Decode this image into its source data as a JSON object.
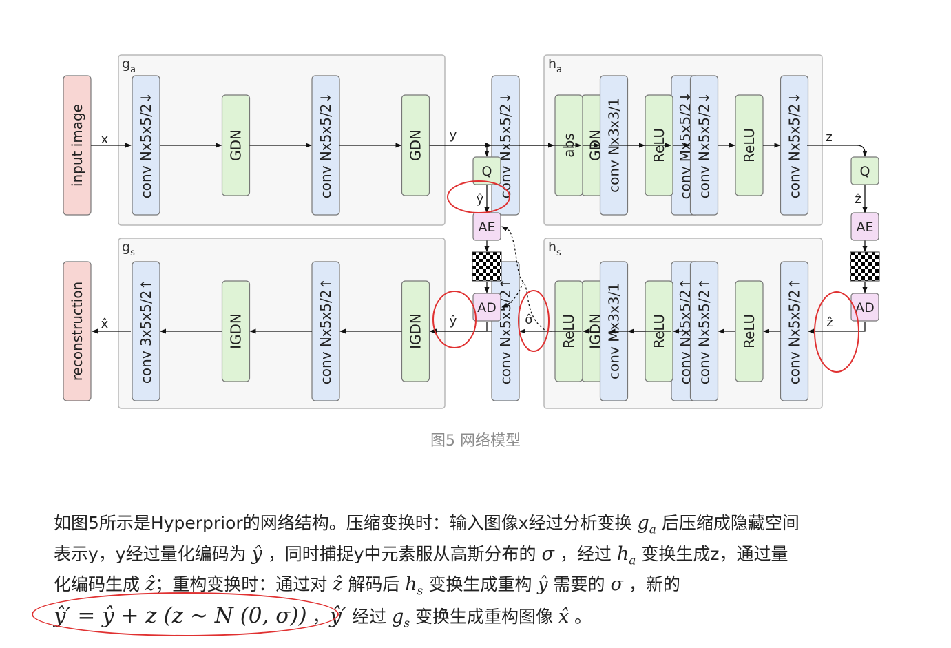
{
  "diagram": {
    "input_label": "input image",
    "output_label": "reconstruction",
    "x_label": "x",
    "xhat_label": "x̂",
    "y_label": "y",
    "yhat_label": "ŷ",
    "z_label": "z",
    "zhat_label": "ẑ",
    "sigmahat_label": "σ̂",
    "ga": {
      "name": "g",
      "sub": "a",
      "layers": [
        "conv Nx5x5/2↓",
        "GDN",
        "conv Nx5x5/2↓",
        "GDN",
        "conv Nx5x5/2↓",
        "GDN",
        "conv Mx5x5/2↓"
      ]
    },
    "gs": {
      "name": "g",
      "sub": "s",
      "layers": [
        "conv 3x5x5/2↑",
        "IGDN",
        "conv Nx5x5/2↑",
        "IGDN",
        "conv Nx5x5/2↑",
        "IGDN",
        "conv Nx5x5/2↑"
      ]
    },
    "ha": {
      "name": "h",
      "sub": "a",
      "layers": [
        "abs",
        "conv Nx3x3/1",
        "ReLU",
        "conv Nx5x5/2↓",
        "ReLU",
        "conv Nx5x5/2↓"
      ]
    },
    "hs": {
      "name": "h",
      "sub": "s",
      "layers": [
        "ReLU",
        "conv Mx3x3/1",
        "ReLU",
        "conv Nx5x5/2↑",
        "ReLU",
        "conv Nx5x5/2↑"
      ]
    },
    "q_label": "Q",
    "ae_label": "AE",
    "ad_label": "AD"
  },
  "caption": "图5 网络模型",
  "paragraph": {
    "l1_a": "如图5所示是Hyperprior的网络结构。压缩变换时：输入图像x经过分析变换 ",
    "l1_m1": "g",
    "l1_m1s": "a",
    "l1_b": " 后压缩成隐藏空间",
    "l2_a": "表示y，y经过量化编码为 ",
    "l2_m1": "ŷ",
    "l2_b": " ，同时捕捉y中元素服从高斯分布的 ",
    "l2_m2": "σ",
    "l2_c": " ，经过 ",
    "l2_m3": "h",
    "l2_m3s": "a",
    "l2_d": " 变换生成z，通过量",
    "l3_a": "化编码生成 ",
    "l3_m1": "ẑ",
    "l3_b": "；重构变换时：通过对 ",
    "l3_m2": "ẑ",
    "l3_c": " 解码后 ",
    "l3_m3": "h",
    "l3_m3s": "s",
    "l3_d": " 变换生成重构 ",
    "l3_m4": "ŷ",
    "l3_e": " 需要的 ",
    "l3_m5": "σ",
    "l3_f": " ，新的",
    "l4_m1": "ŷ′ = ŷ + z (z ∼ N (0, σ))",
    "l4_a": " ，",
    "l4_m2": "ŷ′",
    "l4_b": " 经过 ",
    "l4_m3": "g",
    "l4_m3s": "s",
    "l4_c": " 变换生成重构图像 ",
    "l4_m4": "x̂",
    "l4_d": " 。"
  },
  "colors": {
    "conv": "#dde8f8",
    "gdn": "#dff3d6",
    "io": "#f8d6d3",
    "code": "#f4dcf4",
    "frame": "#f7f7f7",
    "highlight": "#e03131"
  }
}
